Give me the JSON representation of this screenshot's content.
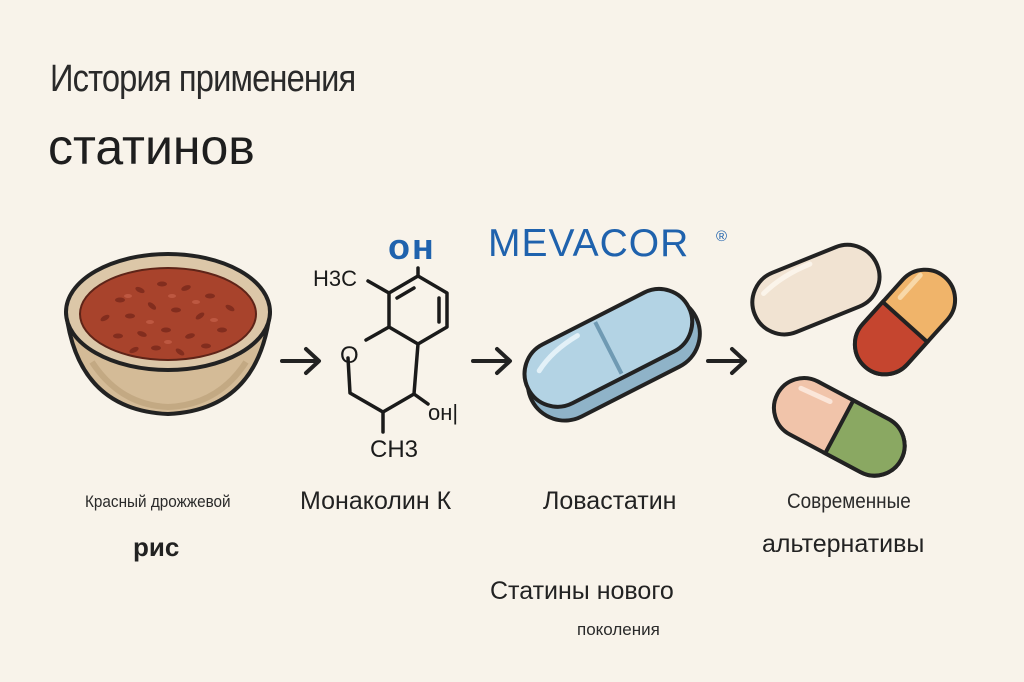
{
  "title": {
    "line1": "История применения",
    "line2": "статинов"
  },
  "brand": {
    "prefix": "он",
    "name": "MEVACOR",
    "registered": "®"
  },
  "molecule": {
    "methyl_top": "H3C",
    "hydroxyl": "он|",
    "methyl_bottom": "CH3",
    "ring_oxygen": "O"
  },
  "stages": [
    {
      "line1": "Красный дрожжевой",
      "line2": "рис",
      "icon": "red-yeast-rice-bowl-icon"
    },
    {
      "line1": "Монаколин К",
      "icon": "molecule-structure-icon"
    },
    {
      "line1": "Ловастатин",
      "icon": "pill-tablet-icon"
    },
    {
      "line1": "Современные",
      "line2": "альтернативы",
      "icon": "capsules-icon"
    }
  ],
  "footnote": {
    "line1": "Статины нового",
    "line2": "поколения"
  },
  "colors": {
    "background": "#f8f3ea",
    "brand_blue": "#1f62ad",
    "rice_red": "#a8432c",
    "tablet_blue": "#a9cde0",
    "bowl_tan": "#d9c3a4"
  }
}
